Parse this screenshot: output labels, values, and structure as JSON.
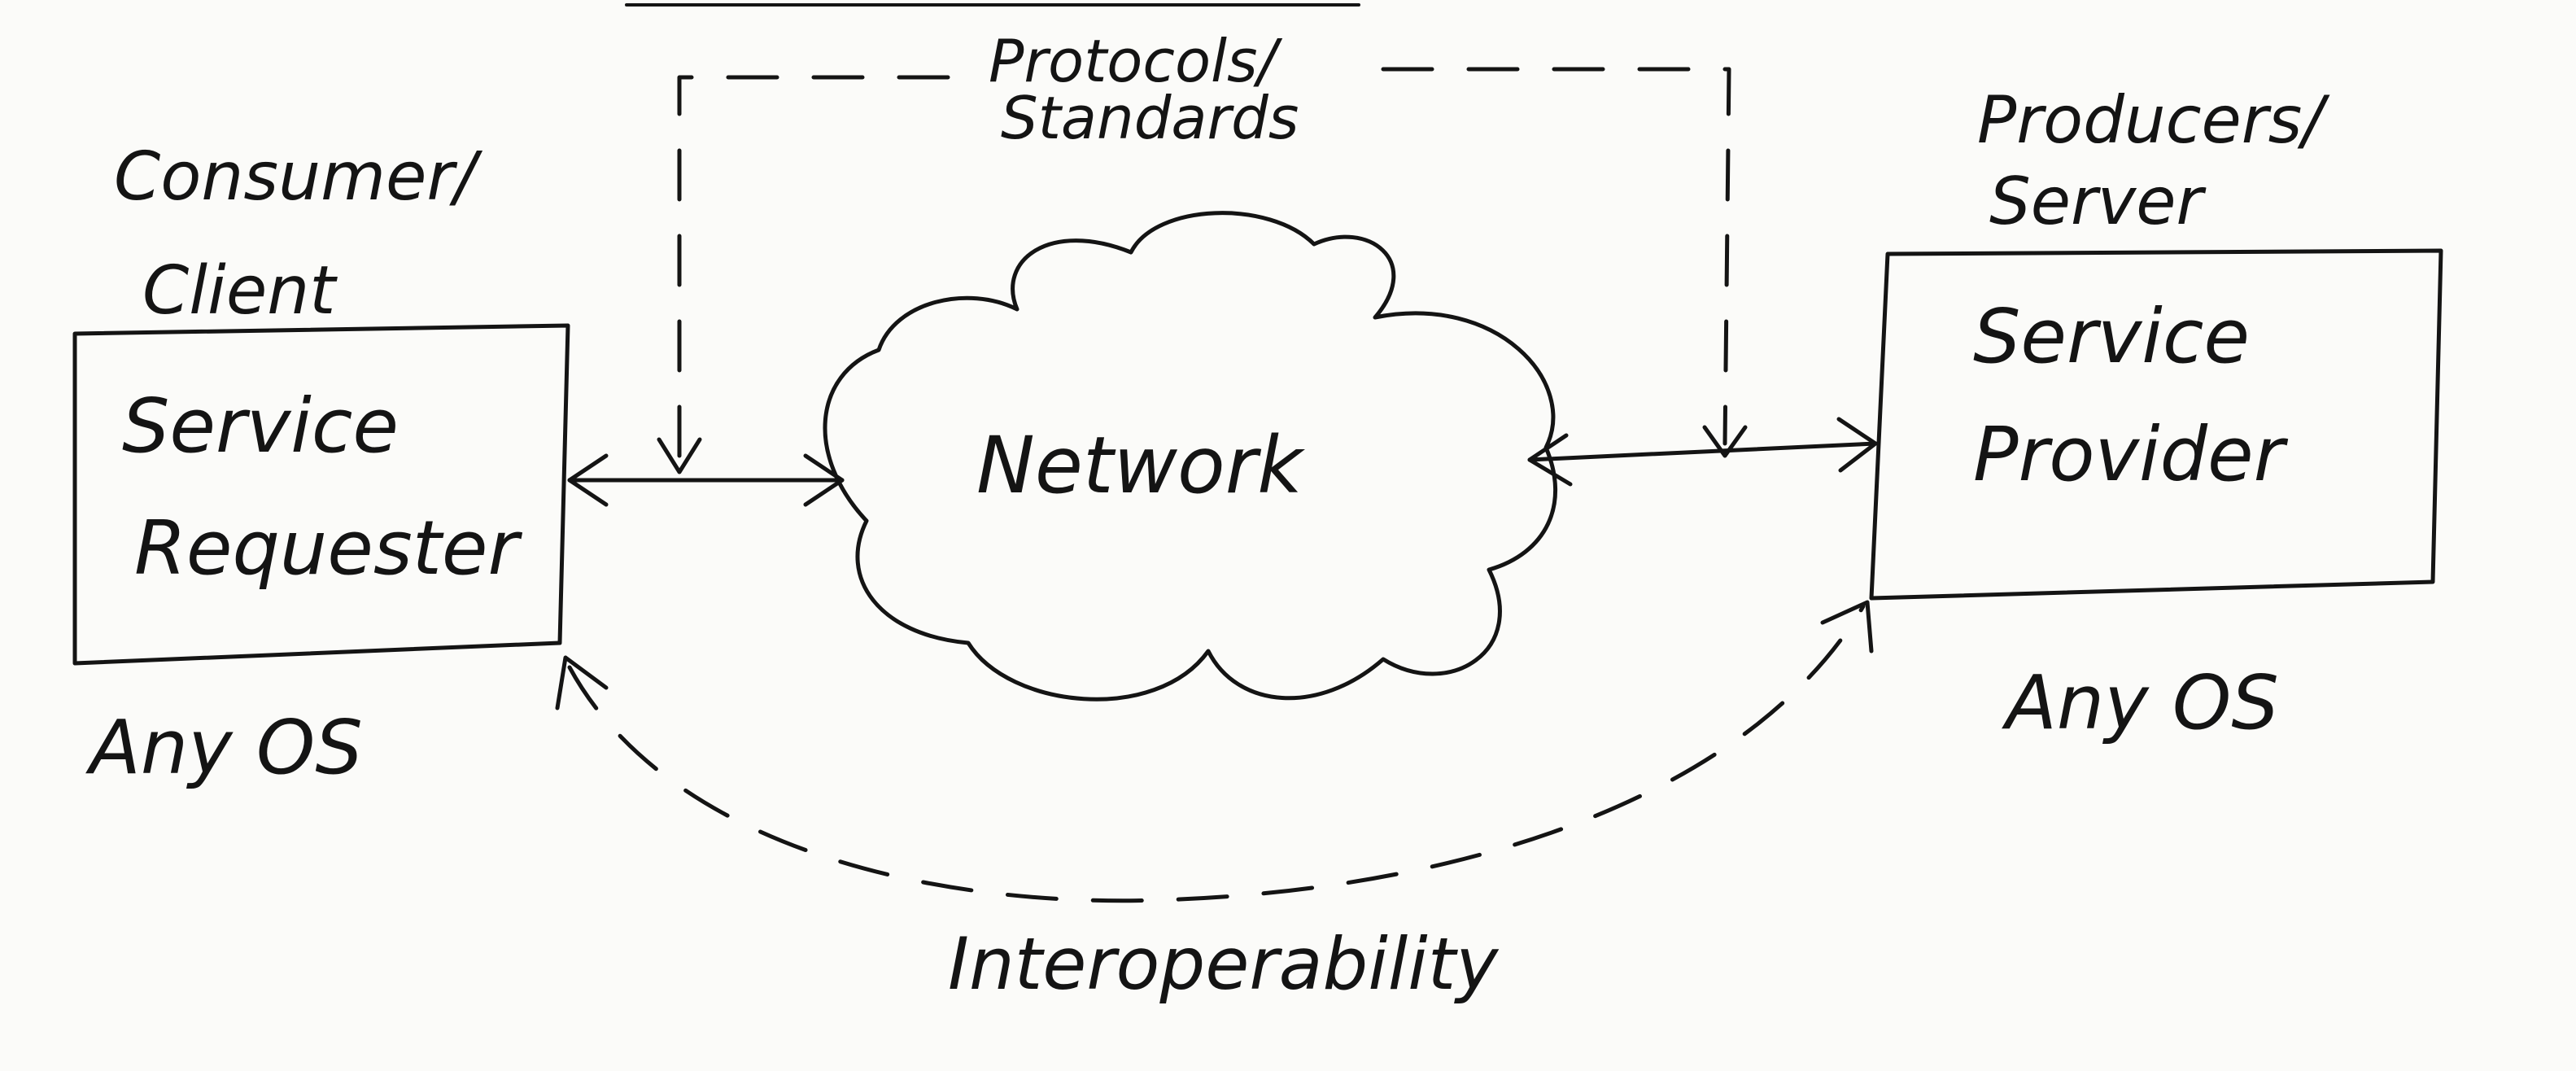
{
  "diagram": {
    "protocols_label_line1": "Protocols/",
    "protocols_label_line2": "Standards",
    "consumer_label_line1": "Consumer/",
    "consumer_label_line2": "Client",
    "requester_box_line1": "Service",
    "requester_box_line2": "Requester",
    "requester_os": "Any OS",
    "network_label": "Network",
    "producer_label_line1": "Producers/",
    "producer_label_line2": "Server",
    "provider_box_line1": "Service",
    "provider_box_line2": "Provider",
    "provider_os": "Any OS",
    "interoperability_label": "Interoperability"
  }
}
